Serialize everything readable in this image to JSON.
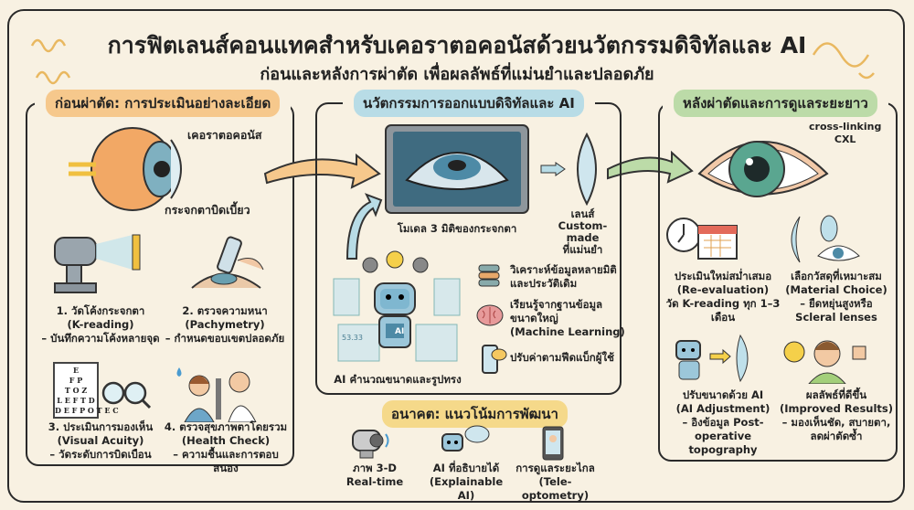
{
  "header": {
    "title": "การฟิตเลนส์คอนแทคสำหรับเคอราตอคอนัสด้วยนวัตกรรมดิจิทัลและ AI",
    "subtitle": "ก่อนและหลังการผ่าตัด เพื่อผลลัพธ์ที่แม่นยำและปลอดภัย"
  },
  "colors": {
    "before": "#f6c88c",
    "digital": "#b8dce6",
    "after": "#bcdba8",
    "future": "#f5d98a"
  },
  "before": {
    "heading": "ก่อนผ่าตัด: การประเมินอย่างละเอียด",
    "eye_label_1": "เคอราตอคอนัส",
    "eye_label_2": "กระจกตาบิดเบี้ยว",
    "steps": [
      {
        "title": "1. วัดโค้งกระจกตา",
        "en": "(K-reading)",
        "desc": "– บันทึกความโค้งหลายจุด"
      },
      {
        "title": "2. ตรวจความหนา",
        "en": "(Pachymetry)",
        "desc": "– กำหนดขอบเขตปลอดภัย"
      },
      {
        "title": "3. ประเมินการมองเห็น",
        "en": "(Visual Acuity)",
        "desc": "– วัดระดับการบิดเบือน"
      },
      {
        "title": "4. ตรวจสุขภาพตาโดยรวม",
        "en": "(Health Check)",
        "desc": "– ความชื้นและการตอบสนอง"
      }
    ],
    "eye_chart": "E\nF P\nT O Z\nL E F T D\nD E F P O T E C"
  },
  "digital": {
    "heading": "นวัตกรรมการออกแบบดิจิทัลและ AI",
    "model_label": "โมเดล 3 มิติของกระจกตา",
    "lens_label_1": "เลนส์",
    "lens_label_2": "Custom-made",
    "lens_label_3": "ที่แม่นยำ",
    "ai_label": "AI คำนวณขนาดและรูปทรง",
    "ai_badge": "AI",
    "screen_number": "53.33",
    "features": [
      {
        "line1": "วิเคราะห์ข้อมูลหลายมิติ",
        "line2": "และประวัติเดิม",
        "line3": ""
      },
      {
        "line1": "เรียนรู้จากฐานข้อมูล",
        "line2": "ขนาดใหญ่",
        "line3": "(Machine Learning)"
      },
      {
        "line1": "ปรับค่าตามฟีดแบ็กผู้ใช้",
        "line2": "",
        "line3": ""
      }
    ]
  },
  "after": {
    "heading": "หลังผ่าตัดและการดูแลระยะยาว",
    "cxl_1": "cross-linking",
    "cxl_2": "CXL",
    "items": [
      {
        "title": "ประเมินใหม่สม่ำเสมอ",
        "en": "(Re-evaluation)",
        "desc": "วัด K-reading ทุก 1–3 เดือน",
        "desc2": ""
      },
      {
        "title": "เลือกวัสดุที่เหมาะสม",
        "en": "(Material Choice)",
        "desc": "– ยืดหยุ่นสูงหรือ",
        "desc2": "Scleral lenses"
      },
      {
        "title": "ปรับขนาดด้วย AI",
        "en": "(AI Adjustment)",
        "desc": "– อิงข้อมูล Post-operative",
        "desc2": "topography"
      },
      {
        "title": "ผลลัพธ์ที่ดีขึ้น",
        "en": "(Improved Results)",
        "desc": "– มองเห็นชัด, สบายตา,",
        "desc2": "ลดผ่าตัดซ้ำ"
      }
    ]
  },
  "future": {
    "heading": "อนาคต: แนวโน้มการพัฒนา",
    "items": [
      {
        "l1": "ภาพ 3-D",
        "l2": "Real-time"
      },
      {
        "l1": "AI ที่อธิบายได้",
        "l2": "(Explainable AI)"
      },
      {
        "l1": "การดูแลระยะไกล",
        "l2": "(Tele-optometry)"
      }
    ]
  }
}
